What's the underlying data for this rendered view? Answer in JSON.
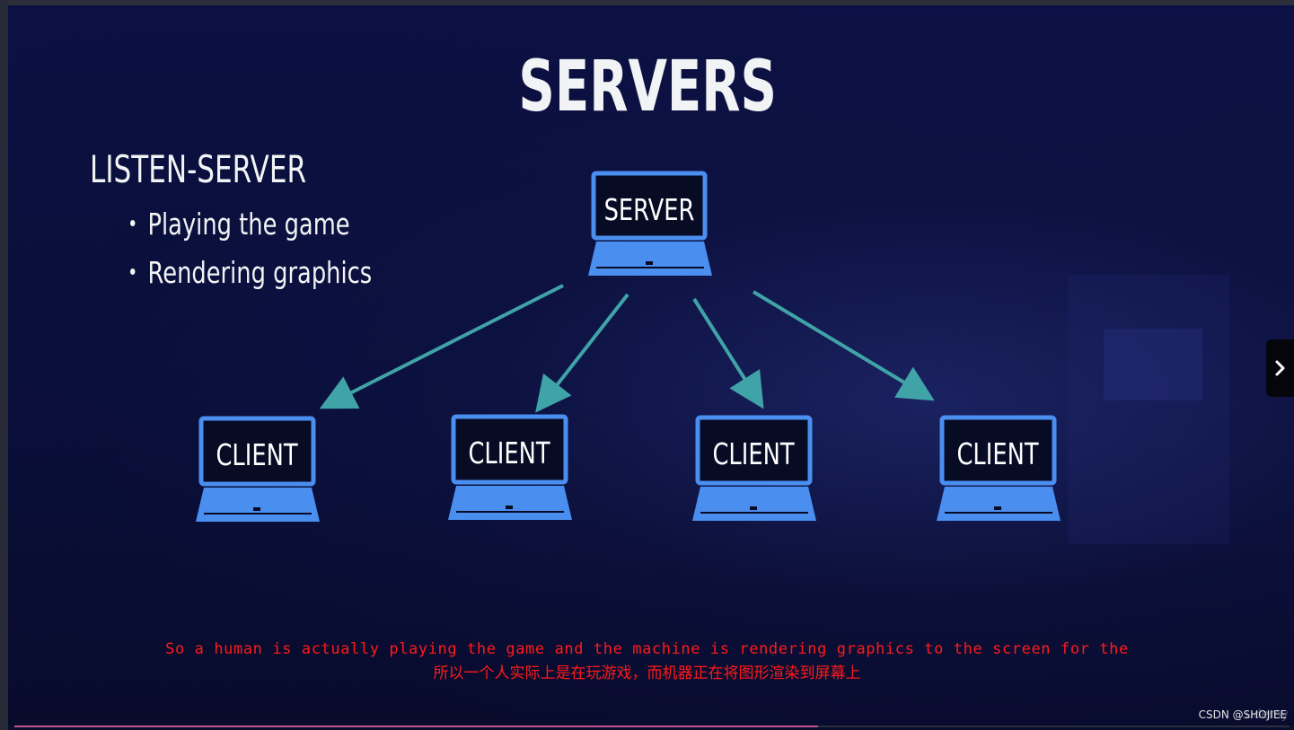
{
  "slide": {
    "title": "SERVERS",
    "heading": "LISTEN-SERVER",
    "bullets": [
      "Playing the game",
      "Rendering graphics"
    ]
  },
  "diagram": {
    "server_label": "SERVER",
    "client_labels": [
      "CLIENT",
      "CLIENT",
      "CLIENT",
      "CLIENT"
    ],
    "colors": {
      "laptop": "#4a8ef0",
      "screen": "#070b24",
      "arrow": "#3fa3a8"
    }
  },
  "subtitles": {
    "english": "So a human is actually playing the game and the machine is rendering graphics to the screen for the",
    "chinese": "所以一个人实际上是在玩游戏，而机器正在将图形渲染到屏幕上",
    "color": "#ff1a1a"
  },
  "player": {
    "progress": 0.63,
    "next_icon": "chevron-right-icon",
    "watermark": "CSDN @SHOJIEE",
    "brand_mark": "udemy"
  }
}
